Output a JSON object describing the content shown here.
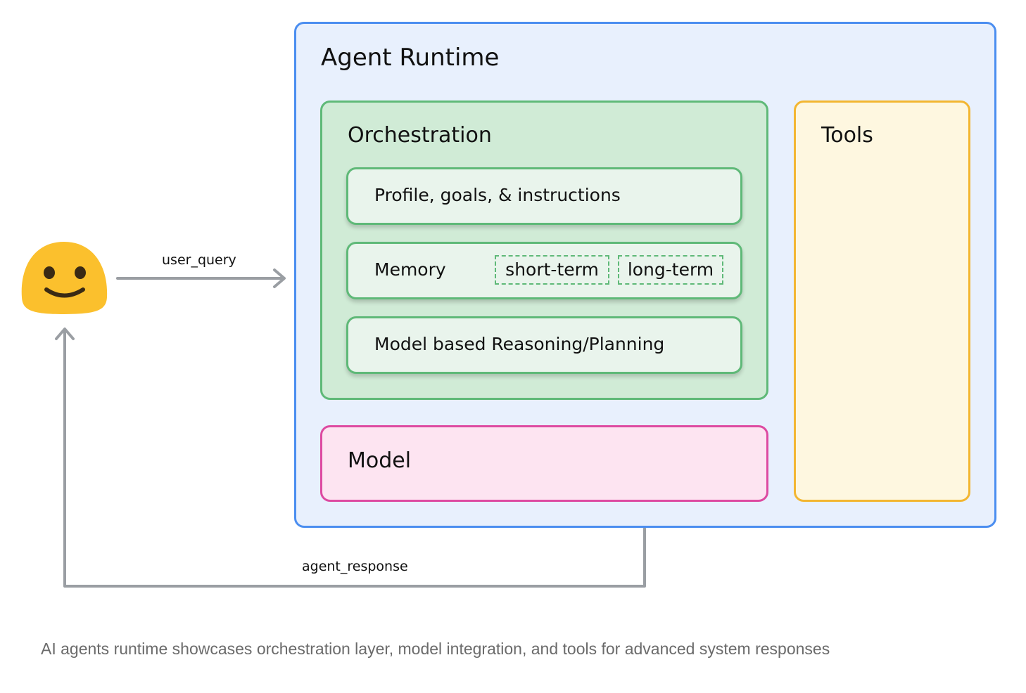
{
  "runtime": {
    "title": "Agent Runtime"
  },
  "orchestration": {
    "title": "Orchestration",
    "profile": "Profile, goals, & instructions",
    "memory": {
      "label": "Memory",
      "short_term": "short-term",
      "long_term": "long-term"
    },
    "reasoning": "Model based Reasoning/Planning"
  },
  "model": {
    "title": "Model"
  },
  "tools": {
    "title": "Tools"
  },
  "flows": {
    "user_query": "user_query",
    "agent_response": "agent_response"
  },
  "user": {
    "icon": "smiley-face-icon"
  },
  "caption": "AI agents runtime showcases orchestration layer, model integration, and tools for advanced system responses",
  "colors": {
    "runtime_border": "#4b8ef0",
    "orchestration_border": "#5fb978",
    "tools_border": "#f3b631",
    "model_border": "#dd4aa1",
    "arrow": "#9a9ea3",
    "face": "#fbc02d"
  }
}
